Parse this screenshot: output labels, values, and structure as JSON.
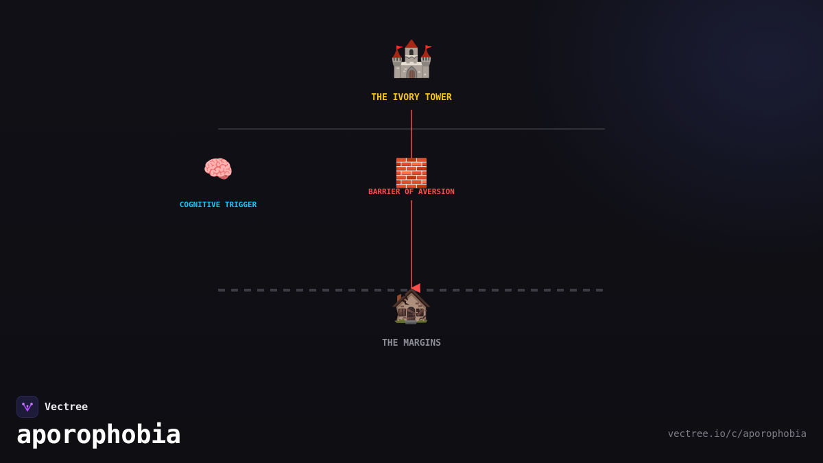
{
  "diagram": {
    "nodes": {
      "tower": {
        "icon": "🏰",
        "icon_name": "castle-icon",
        "label": "THE IVORY TOWER",
        "color": "#f5c518"
      },
      "trigger": {
        "icon": "🧠",
        "icon_name": "brain-icon",
        "label": "COGNITIVE TRIGGER",
        "color": "#1fc6f5"
      },
      "barrier": {
        "icon": "🧱",
        "icon_name": "brick-wall-icon",
        "label": "BARRIER OF AVERSION",
        "color": "#ff4d4d"
      },
      "margins": {
        "icon": "🏚️",
        "icon_name": "derelict-house-icon",
        "label": "THE MARGINS",
        "color": "#8d8d95"
      }
    },
    "edges": [
      {
        "from": "tower",
        "to": "barrier",
        "color": "#ff4d4d"
      },
      {
        "from": "barrier",
        "to": "margins",
        "color": "#ff4d4d"
      }
    ],
    "lines": {
      "upper_divider": {
        "style": "solid",
        "color": "#3a3a42"
      },
      "lower_boundary": {
        "style": "dashed",
        "color": "#3c3c44"
      }
    }
  },
  "brand": {
    "name": "Vectree",
    "logo_icon": "vectree-logo-icon",
    "accent": "#b04bff"
  },
  "page": {
    "title": "aporophobia",
    "url": "vectree.io/c/aporophobia"
  }
}
